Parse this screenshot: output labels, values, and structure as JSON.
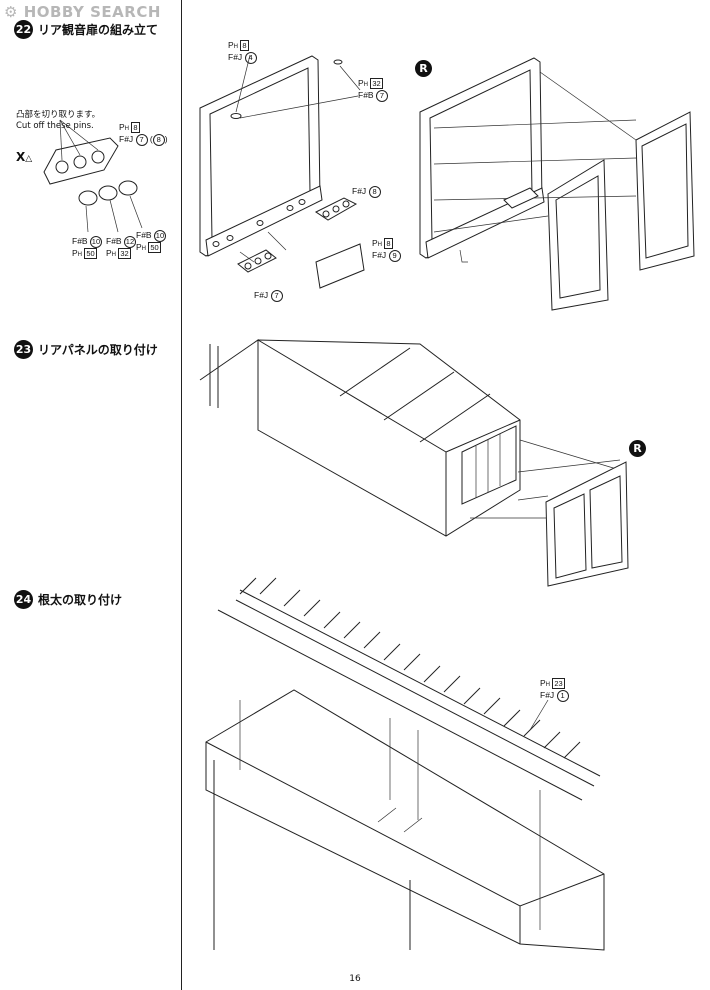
{
  "watermark": "HOBBY SEARCH",
  "page_number": "16",
  "steps": [
    {
      "number": "22",
      "title": "リア観音扉の組み立て"
    },
    {
      "number": "23",
      "title": "リアパネルの取り付け"
    },
    {
      "number": "24",
      "title": "根太の取り付け"
    }
  ],
  "step22_note": {
    "jp": "凸部を切り取ります。",
    "en": "Cut off these pins."
  },
  "step22_x_mark": "X",
  "r_marker": "R",
  "labels": {
    "l1_a": "P",
    "l1_a_sub": "H",
    "l1_a_box": "8",
    "l1_b": "F#J",
    "l1_b_circ": "4",
    "l2_a": "P",
    "l2_a_sub": "H",
    "l2_a_box": "32",
    "l2_b": "F#B",
    "l2_b_circ": "7",
    "l3": "F#J",
    "l3_circ": "8",
    "l4_a": "P",
    "l4_a_sub": "H",
    "l4_a_box": "8",
    "l4_b": "F#J",
    "l4_b_circ": "9",
    "l5": "F#J",
    "l5_circ": "7",
    "l6_a": "P",
    "l6_a_sub": "H",
    "l6_a_box": "8",
    "l6_b": "F#J",
    "l6_b_circ1": "7",
    "l6_b_circ2": "8",
    "l7_a": "F#B",
    "l7_a_circ": "10",
    "l7_b": "P",
    "l7_b_sub": "H",
    "l7_b_box": "50",
    "l8_a": "F#B",
    "l8_a_circ": "10",
    "l8_b": "P",
    "l8_b_sub": "H",
    "l8_b_box": "50",
    "l9_a": "F#B",
    "l9_a_circ": "12",
    "l9_b": "P",
    "l9_b_sub": "H",
    "l9_b_box": "32",
    "l10_a": "P",
    "l10_a_sub": "H",
    "l10_a_box": "23",
    "l10_b": "F#J",
    "l10_b_circ": "1"
  }
}
